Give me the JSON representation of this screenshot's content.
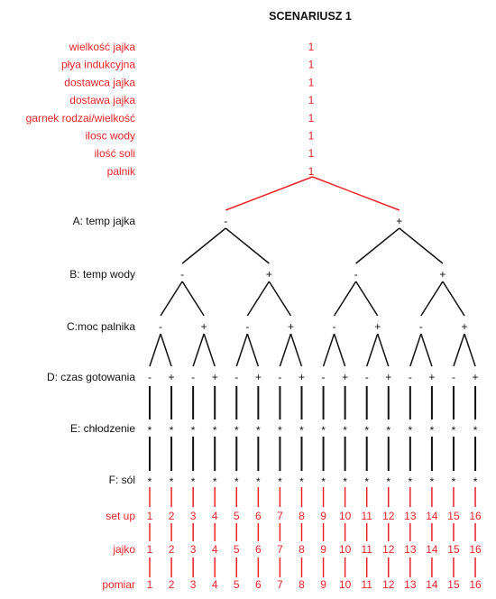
{
  "title": "SCENARIUSZ 1",
  "colors": {
    "fixed": "#e8242a",
    "tree": "#111111"
  },
  "fixed_params": {
    "labels": [
      "wielkość jajka",
      "płya indukcyjna",
      "dostawca jajka",
      "dostawa jajka",
      "garnek rodzai/wielkość",
      "ilosc wody",
      "ilość soli",
      "palnik"
    ],
    "value": "1"
  },
  "factors": [
    {
      "label": "A: temp jajka",
      "levels": [
        "-",
        "+"
      ]
    },
    {
      "label": "B: temp wody",
      "levels": [
        "-",
        "+"
      ]
    },
    {
      "label": "C:moc palnika",
      "levels": [
        "-",
        "+"
      ]
    },
    {
      "label": "D: czas gotowania",
      "levels": [
        "-",
        "+"
      ]
    }
  ],
  "constant_rows": [
    {
      "label": "E: chłodzenie",
      "symbol": "*"
    },
    {
      "label": "F: sól",
      "symbol": "*"
    }
  ],
  "result_rows": [
    {
      "label": "set up",
      "values": [
        "1",
        "2",
        "3",
        "4",
        "5",
        "6",
        "7",
        "8",
        "9",
        "10",
        "11",
        "12",
        "13",
        "14",
        "15",
        "16"
      ]
    },
    {
      "label": "jajko",
      "values": [
        "1",
        "2",
        "3",
        "4",
        "5",
        "6",
        "7",
        "8",
        "9",
        "10",
        "11",
        "12",
        "13",
        "14",
        "15",
        "16"
      ]
    },
    {
      "label": "pomiar",
      "values": [
        "1",
        "2",
        "3",
        "4",
        "5",
        "6",
        "7",
        "8",
        "9",
        "10",
        "11",
        "12",
        "13",
        "14",
        "15",
        "16"
      ]
    }
  ]
}
